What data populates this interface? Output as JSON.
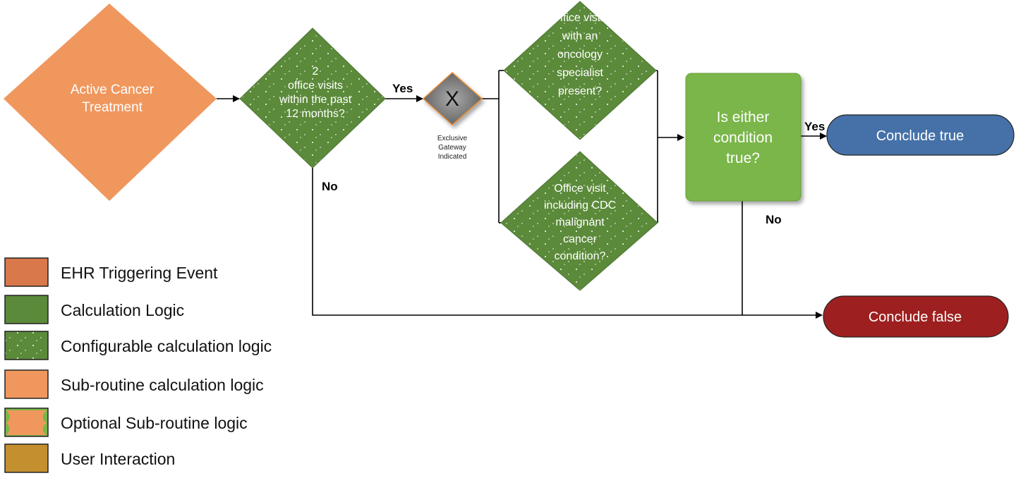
{
  "nodes": {
    "trigger": {
      "lines": [
        "Active Cancer",
        "Treatment"
      ]
    },
    "visits_check": {
      "lines": [
        "2",
        "office visits",
        "within the past",
        "12 months?"
      ]
    },
    "gateway": {
      "symbol": "X",
      "caption": [
        "Exclusive",
        "Gateway",
        "Indicated"
      ]
    },
    "oncology_check": {
      "lines": [
        "Office visits",
        "with an",
        "oncology",
        "specialist",
        "present?"
      ]
    },
    "cdc_check": {
      "lines": [
        "Office visit",
        "including CDC",
        "malignant",
        "cancer",
        "condition?"
      ]
    },
    "either_check": {
      "lines": [
        "Is either",
        "condition",
        "true?"
      ]
    },
    "conclude_true": {
      "label": "Conclude true"
    },
    "conclude_false": {
      "label": "Conclude false"
    }
  },
  "edges": {
    "visits_yes": "Yes",
    "visits_no": "No",
    "either_yes": "Yes",
    "either_no": "No"
  },
  "legend": [
    {
      "label": "EHR Triggering Event",
      "color": "#d9784a"
    },
    {
      "label": "Calculation Logic",
      "color": "#5b8a3a"
    },
    {
      "label": "Configurable calculation logic",
      "color": "#5b8a3a"
    },
    {
      "label": "Sub-routine calculation logic",
      "color": "#f0975e"
    },
    {
      "label": "Optional Sub-routine logic",
      "color": "#f0975e"
    },
    {
      "label": "User Interaction",
      "color": "#c48f2f"
    }
  ],
  "colors": {
    "orange": "#f0975e",
    "green": "#5b8a3a",
    "light_green": "#7ab648",
    "blue": "#4571a8",
    "red": "#9e1f1f"
  }
}
